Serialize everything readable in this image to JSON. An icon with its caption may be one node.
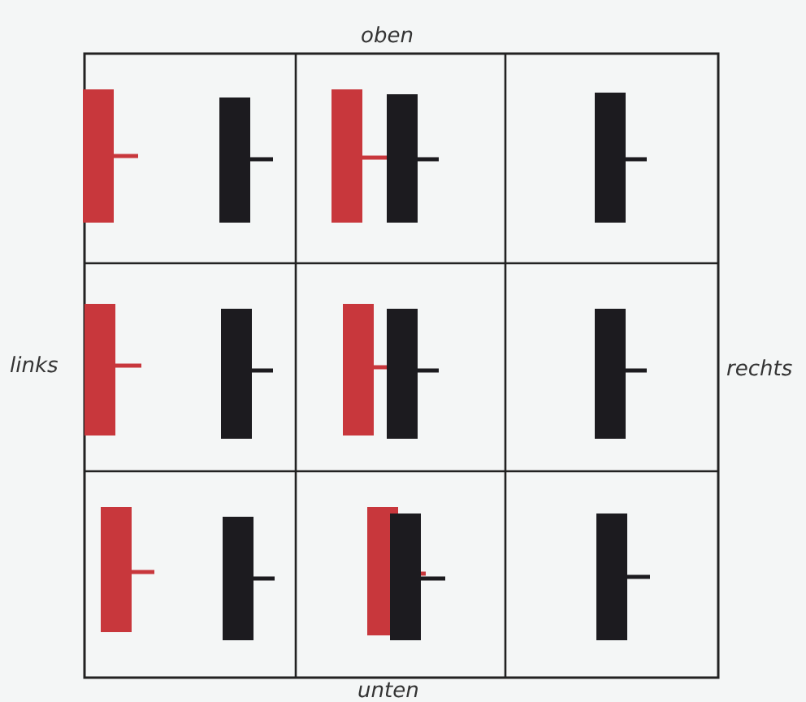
{
  "diagram": {
    "labels": [
      "oben",
      "links",
      "rechts",
      "unten"
    ]
  }
}
